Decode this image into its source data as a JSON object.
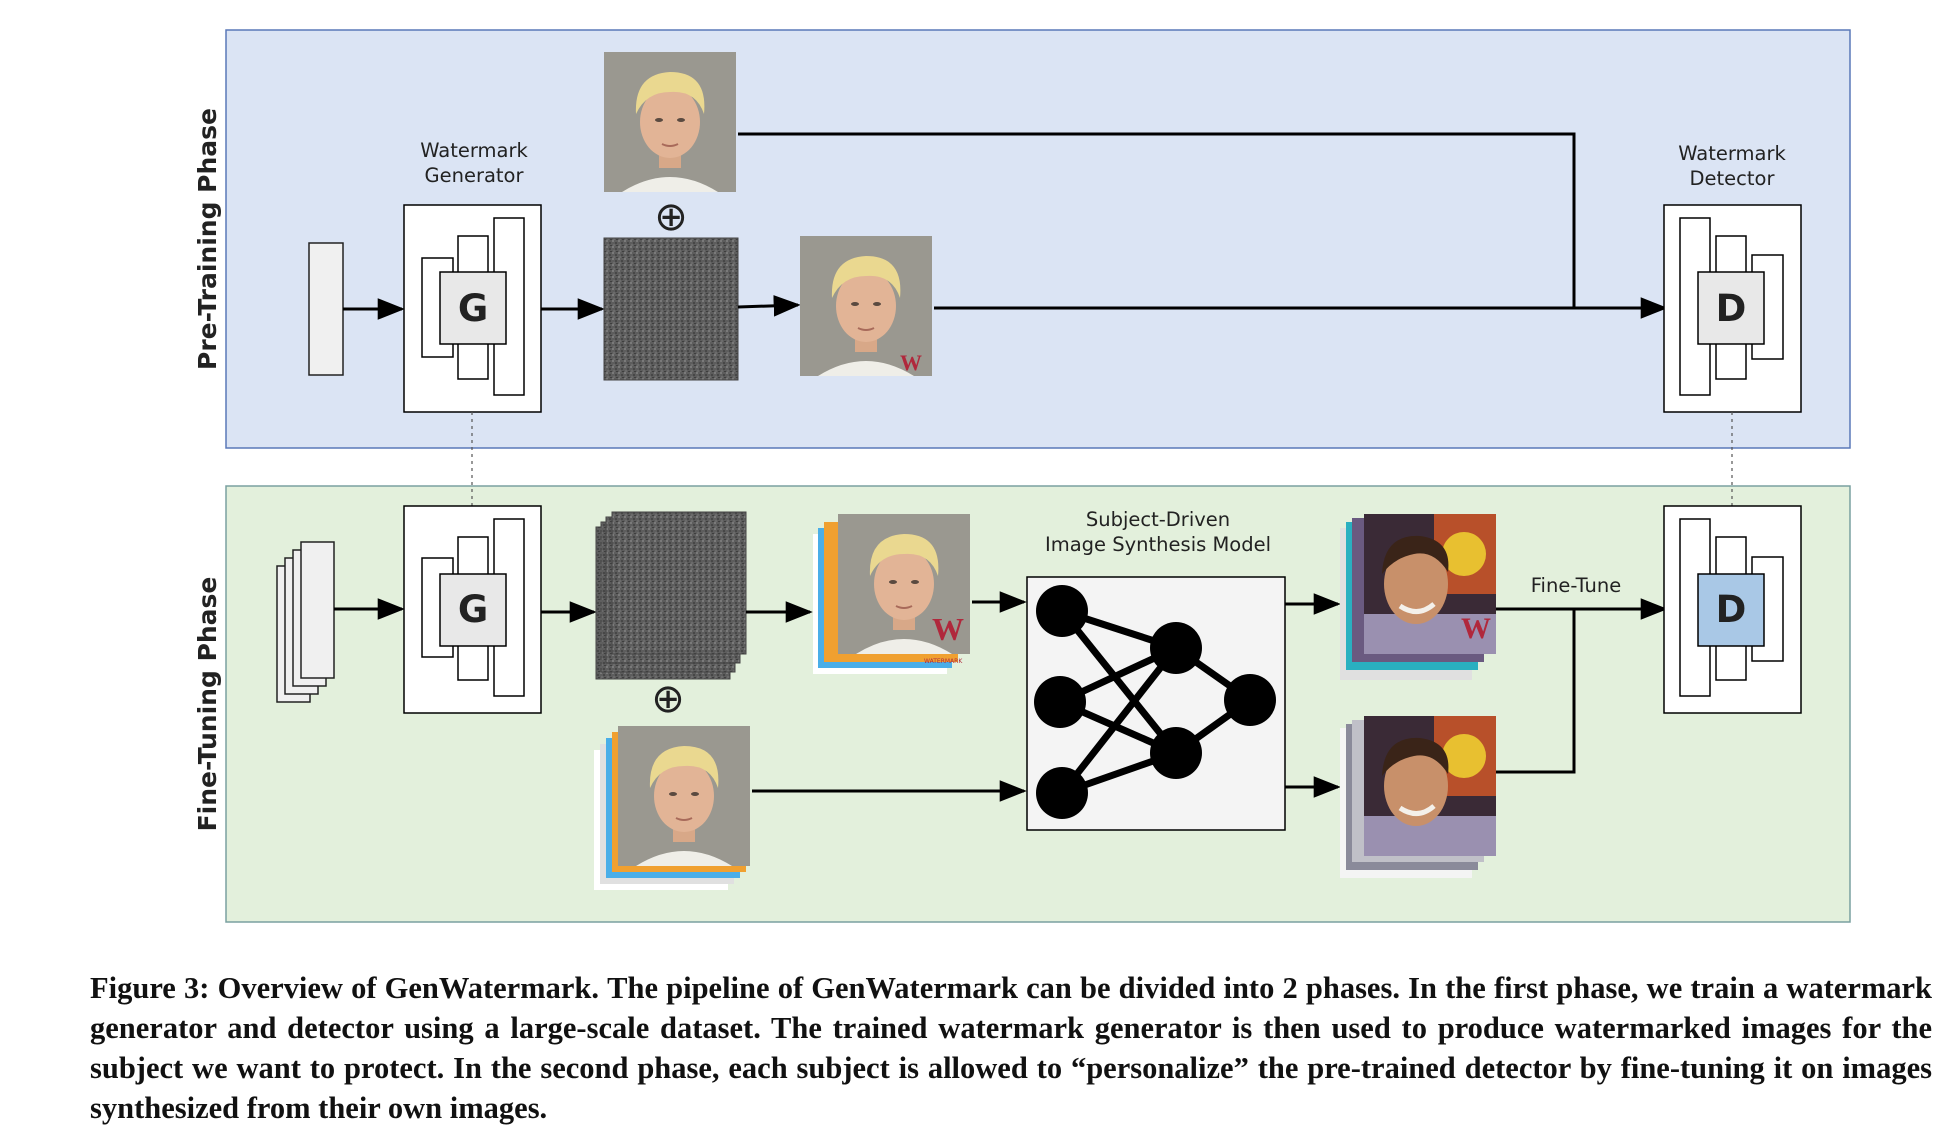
{
  "phases": {
    "pretraining": "Pre-Training Phase",
    "finetuning": "Fine-Tuning Phase"
  },
  "labels": {
    "watermark_generator": [
      "Watermark",
      "Generator"
    ],
    "watermark_detector": [
      "Watermark",
      "Detector"
    ],
    "subject_model": [
      "Subject-Driven",
      "Image Synthesis Model"
    ],
    "fine_tune": "Fine-Tune",
    "generator_letter": "G",
    "detector_letter": "D",
    "oplus": "⊕",
    "watermark_mark": "W",
    "watermark_text": "WATERMARK"
  },
  "caption": {
    "figure": "Figure 3:",
    "title": "Overview of GenWatermark.",
    "body": "The pipeline of GenWatermark can be divided into 2 phases. In the first phase, we train a watermark generator and detector using a large-scale dataset. The trained watermark generator is then used to produce watermarked images for the subject we want to protect. In the second phase, each subject is allowed to “personalize” the pre-trained detector by fine-tuning it on images synthesized from their own images."
  },
  "colors": {
    "pretrain_bg": "#dbe4f4",
    "pretrain_border": "#5a78b8",
    "finetune_bg": "#e3f0dc",
    "finetune_border": "#7aa0a0",
    "detector_fill": "#a9c8e6",
    "watermark_red": "#b0283c"
  }
}
